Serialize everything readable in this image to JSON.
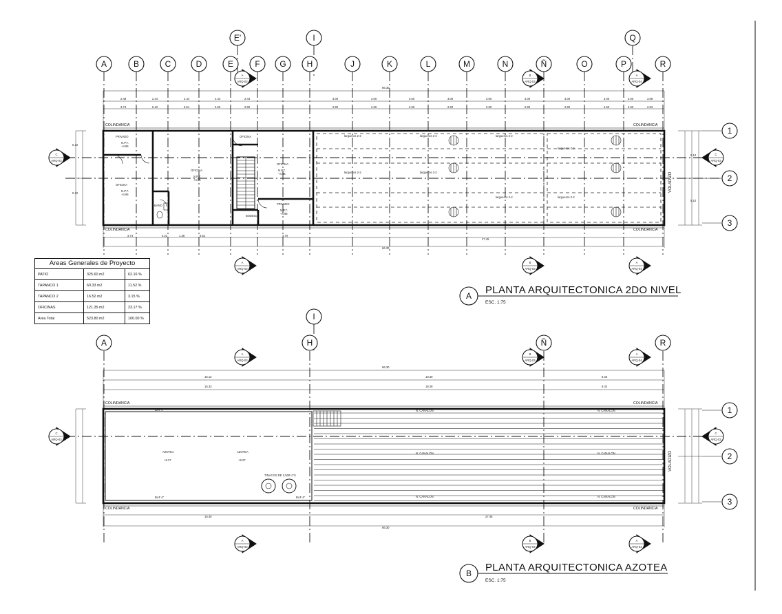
{
  "column_axes_top": [
    "A",
    "B",
    "C",
    "D",
    "E",
    "F",
    "G",
    "H",
    "J",
    "K",
    "L",
    "M",
    "N",
    "Ñ",
    "O",
    "P",
    "R"
  ],
  "column_axes_upper": [
    "E'",
    "I",
    "Q"
  ],
  "column_axes_azotea": [
    "A",
    "H",
    "Ñ",
    "R"
  ],
  "column_axes_azotea_upper": [
    "I"
  ],
  "row_axes": [
    "1",
    "2",
    "3"
  ],
  "section_marks": {
    "top": [
      {
        "letter": "A",
        "ref": "ARQ-03"
      },
      {
        "letter": "B",
        "ref": "ARQ-03"
      },
      {
        "letter": "A",
        "ref": "ARQ-04"
      }
    ],
    "bottom": [
      {
        "letter": "A",
        "ref": "ARQ-03"
      },
      {
        "letter": "B",
        "ref": "ARQ-03"
      },
      {
        "letter": "A",
        "ref": "ARQ-04"
      }
    ],
    "side": {
      "letter": "C",
      "ref": "ARQ-03"
    }
  },
  "plan_a": {
    "bubble": "A",
    "title": "PLANTA ARQUITECTONICA 2DO NIVEL",
    "scale": "ESC. 1:75",
    "colindancia": "COLINDANCIA",
    "overall_dim": "66.30",
    "partial_dim": "27.45",
    "rooms": {
      "privado1": "PRIVADO",
      "oficina1": "OFICINA",
      "oficina2": "OFICINA",
      "oficina3": "OFICINA",
      "oficina4": "OFICINA",
      "privado2": "PRIVADO",
      "bano": "BAÑO",
      "bodega": "BODEGA"
    },
    "level_marks": {
      "npt": "N.P.T.",
      "level": "+4.95"
    },
    "vertical_label": "VOLADIZO",
    "top_dims": [
      "2.48",
      "2.44",
      "2.44",
      "2.44",
      "2.44",
      "3.00",
      "3.00",
      "3.00",
      "3.00",
      "3.00",
      "3.00",
      "3.00",
      "3.00",
      "3.00",
      "3.08"
    ],
    "sub_dims": [
      "3.74",
      "5.10",
      "6.51",
      "3.60",
      "2.60",
      "2.60",
      "2.60",
      "2.60",
      "2.60",
      "2.60",
      "2.60",
      "2.60",
      "2.60",
      "2.60",
      "2.53"
    ],
    "bottom_dims": [
      "3.74",
      "1.38",
      "3.22",
      "6.51",
      "4.70"
    ],
    "side_dims": [
      "5.10",
      "5.10"
    ],
    "beam_labels": [
      "largueros 2-2",
      "largueros 2-2",
      "largueros 2-2",
      "largueros 2-2",
      "largueros 2-2",
      "largueros 2-2",
      "largueros 2-2",
      "largueros 2-2"
    ]
  },
  "area_table": {
    "title": "Areas Generales de Proyecto",
    "rows": [
      {
        "name": "PATIO",
        "area": "325.60  m2",
        "pct": "62.16 %"
      },
      {
        "name": "TAPANCO 1",
        "area": "60.33  m2",
        "pct": "11.52 %"
      },
      {
        "name": "TAPANCO 2",
        "area": "16.52  m2",
        "pct": "3.15 %"
      },
      {
        "name": "OFICINAS",
        "area": "121.35  m2",
        "pct": "23.17 %"
      },
      {
        "name": "Area Total",
        "area": "523.80  m2",
        "pct": "100.00 %"
      }
    ]
  },
  "plan_b": {
    "bubble": "B",
    "title": "PLANTA ARQUITECTONICA AZOTEA",
    "scale": "ESC. 1:75",
    "colindancia": "COLINDANCIA",
    "overall_dim": "66.30",
    "partial_dim": "27.45",
    "dims_row1": [
      "16.12",
      "18.30",
      "9.33"
    ],
    "dims_row2": [
      "16.33",
      "18.28",
      "9.33"
    ],
    "bottom_dim1": "16.40",
    "azotea": "AZOTEA",
    "azotea_level": "+9.27",
    "tinacos": "TINACOS DE 2,500 LTS",
    "canalon": "N. CANALON",
    "baf": "BAF 4\"",
    "vertical_label": "VOLADIZO"
  }
}
